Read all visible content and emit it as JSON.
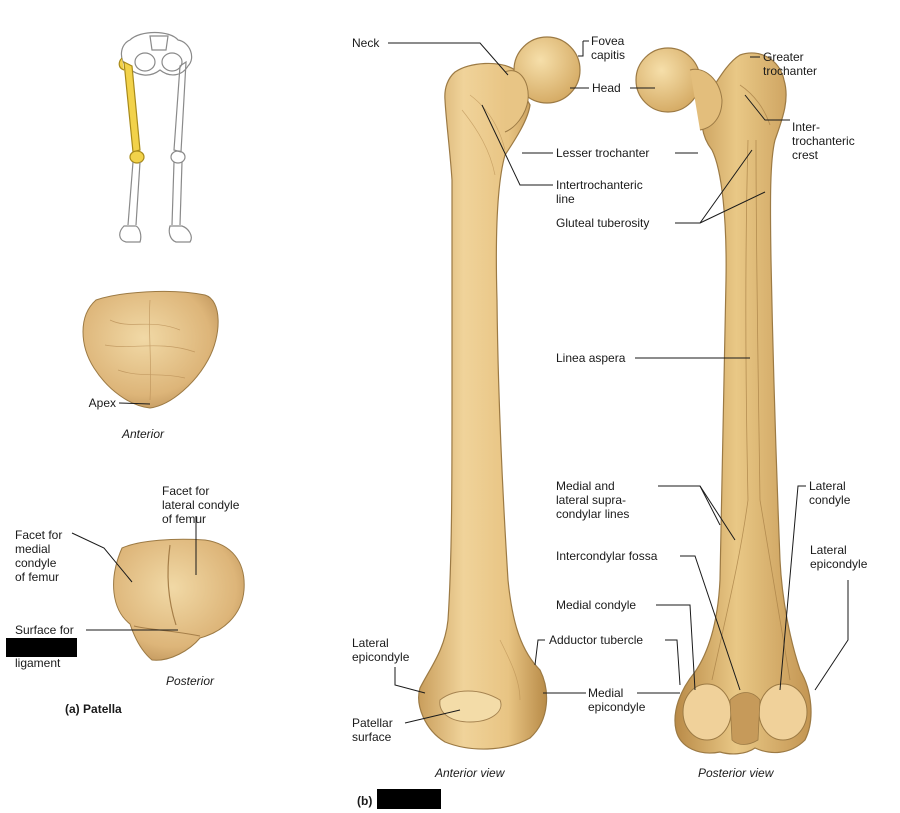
{
  "part_a": {
    "letter": "(a)",
    "name": "Patella",
    "anterior_caption": "Anterior",
    "posterior_caption": "Posterior",
    "labels": {
      "apex": "Apex",
      "facet_lateral": "Facet for\nlateral condyle\nof femur",
      "facet_medial": "Facet for\nmedial\ncondyle\nof femur",
      "surface_for": "Surface for",
      "ligament": "ligament"
    }
  },
  "part_b": {
    "letter": "(b)",
    "anterior_caption": "Anterior view",
    "posterior_caption": "Posterior view",
    "labels": {
      "neck": "Neck",
      "fovea_capitis": "Fovea\ncapitis",
      "head": "Head",
      "greater_trochanter": "Greater\ntrochanter",
      "intertrochanteric_crest": "Inter-\ntrochanteric\ncrest",
      "lesser_trochanter": "Lesser trochanter",
      "intertrochanteric_line": "Intertrochanteric\nline",
      "gluteal_tuberosity": "Gluteal tuberosity",
      "linea_aspera": "Linea aspera",
      "supracondylar_lines": "Medial and\nlateral supra-\ncondylar lines",
      "lateral_condyle": "Lateral\ncondyle",
      "intercondylar_fossa": "Intercondylar fossa",
      "lateral_epicondyle_right": "Lateral\nepicondyle",
      "medial_condyle": "Medial condyle",
      "adductor_tubercle": "Adductor tubercle",
      "lateral_epicondyle_left": "Lateral\nepicondyle",
      "medial_epicondyle": "Medial\nepicondyle",
      "patellar_surface": "Patellar\nsurface"
    }
  },
  "colors": {
    "bone_fill": "#EAC98A",
    "bone_shadow": "#C9A060",
    "bone_outline": "#9C7A44",
    "highlight": "#F2D24A",
    "skeleton_line": "#8a8a8a",
    "leader_line": "#1a1a1a"
  }
}
